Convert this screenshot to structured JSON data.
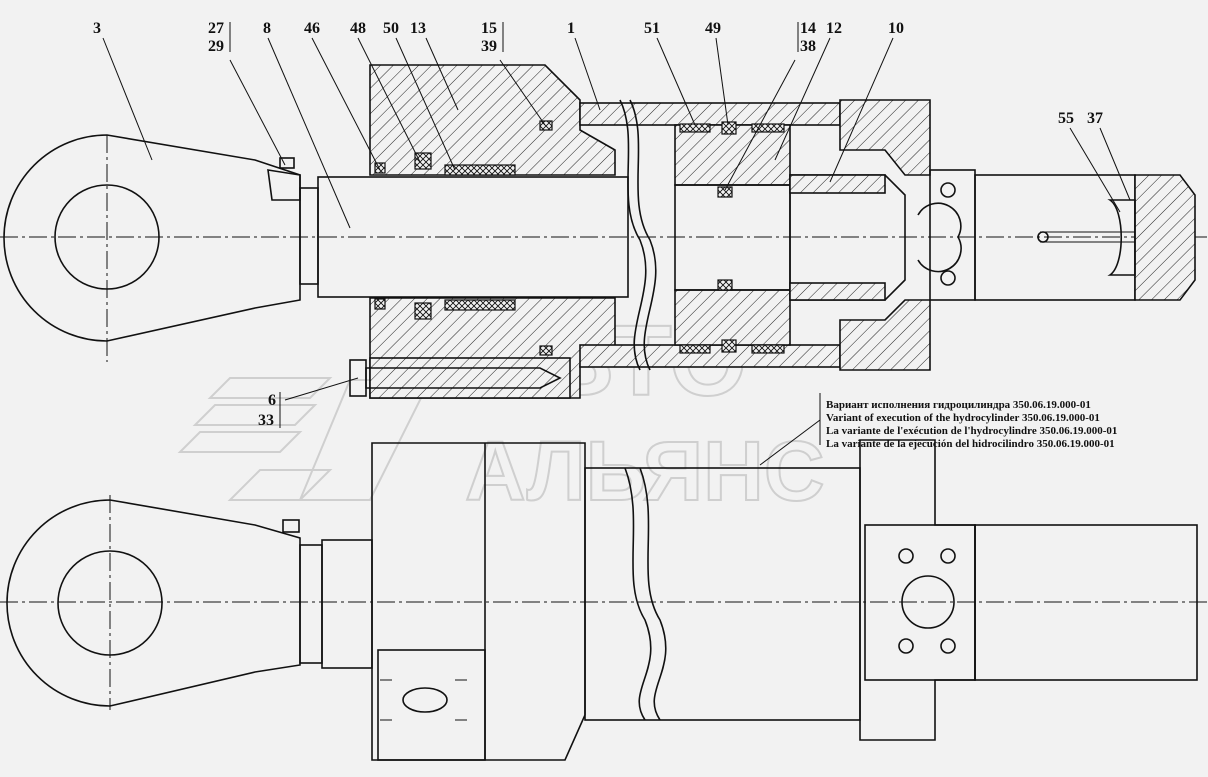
{
  "drawing": {
    "callouts_top": [
      {
        "id": "c3",
        "text": "3"
      },
      {
        "id": "c27",
        "text": "27"
      },
      {
        "id": "c29",
        "text": "29"
      },
      {
        "id": "c8",
        "text": "8"
      },
      {
        "id": "c46",
        "text": "46"
      },
      {
        "id": "c48",
        "text": "48"
      },
      {
        "id": "c50",
        "text": "50"
      },
      {
        "id": "c13",
        "text": "13"
      },
      {
        "id": "c15",
        "text": "15"
      },
      {
        "id": "c39",
        "text": "39"
      },
      {
        "id": "c1",
        "text": "1"
      },
      {
        "id": "c51",
        "text": "51"
      },
      {
        "id": "c49",
        "text": "49"
      },
      {
        "id": "c14",
        "text": "14"
      },
      {
        "id": "c38",
        "text": "38"
      },
      {
        "id": "c12",
        "text": "12"
      },
      {
        "id": "c10",
        "text": "10"
      },
      {
        "id": "c55",
        "text": "55"
      },
      {
        "id": "c37",
        "text": "37"
      },
      {
        "id": "c6",
        "text": "6"
      },
      {
        "id": "c33",
        "text": "33"
      }
    ],
    "variant_note": [
      "Вариант исполнения гидроцилиндра 350.06.19.000-01",
      "Variant of execution of the hydrocylinder 350.06.19.000-01",
      "La variante de l'exécution de l'hydrocylindre 350.06.19.000-01",
      "La variante de la ejecución del hidrocilindro 350.06.19.000-01"
    ],
    "watermark": {
      "line1": "АВТО",
      "line2": "АЛЬЯНС"
    }
  }
}
